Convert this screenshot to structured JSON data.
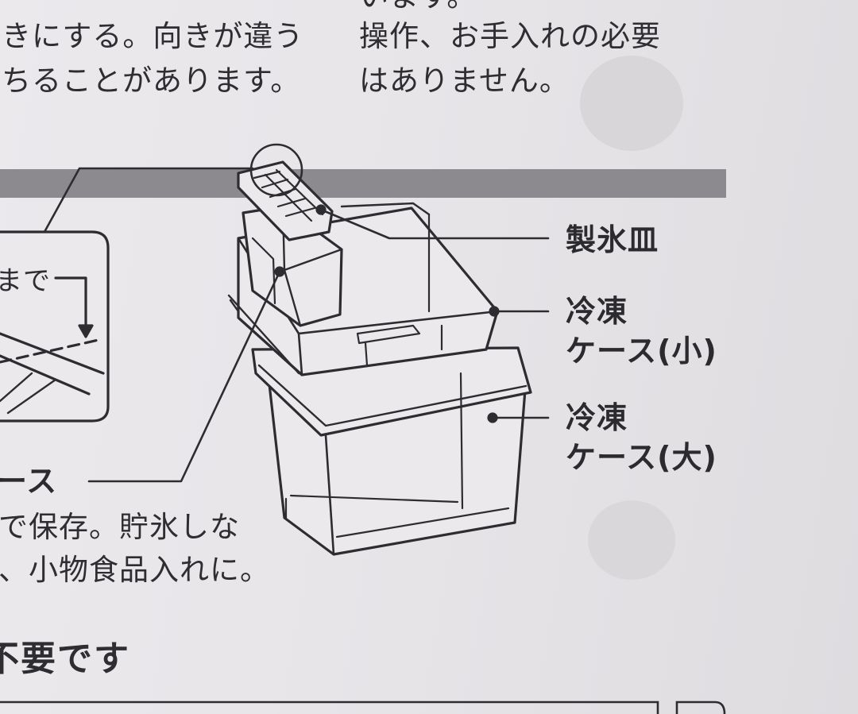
{
  "top_left_lines": [
    "向きにする。向きが違う",
    "落ちることがあります。"
  ],
  "top_right_lines": [
    "います。",
    "操作、お手入れの必要",
    "はありません。"
  ],
  "inset_text": "まで",
  "labels": {
    "ice_tray": "製氷皿",
    "small_case_line1": "冷凍",
    "small_case_line2": "ケース(小)",
    "large_case_line1": "冷凍",
    "large_case_line2": "ケース(大)",
    "ice_case": "ース"
  },
  "bottom_left_lines": [
    "で保存。貯氷しな",
    "、小物食品入れに。"
  ],
  "section_heading": "不要です",
  "colors": {
    "ink": "#2e2d31",
    "band": "#8c8a8e",
    "paper": "#e8e6e9"
  }
}
